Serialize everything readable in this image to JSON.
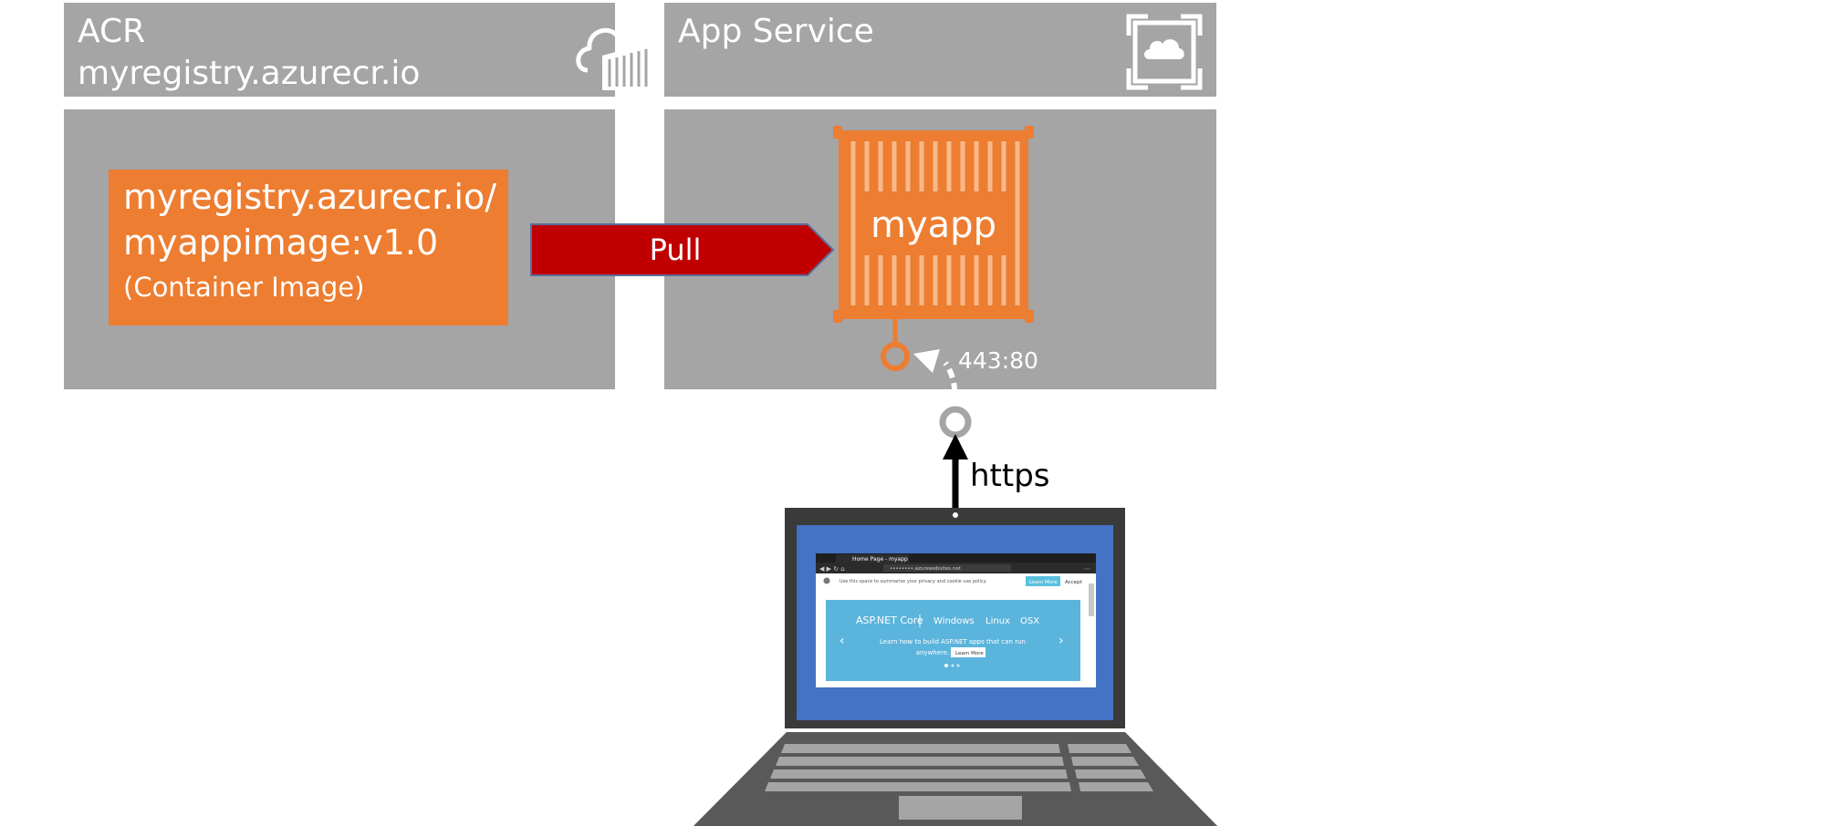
{
  "acr": {
    "title": "ACR",
    "subtitle": "myregistry.azurecr.io",
    "icon": "registry-cloud-icon"
  },
  "app_service": {
    "title": "App Service",
    "icon": "app-service-icon"
  },
  "container_image": {
    "line1": "myregistry.azurecr.io/",
    "line2": "myappimage:v1.0",
    "line3": "(Container Image)"
  },
  "pull_arrow": {
    "label": "Pull"
  },
  "container": {
    "label": "myapp"
  },
  "port_mapping": {
    "label": "443:80"
  },
  "connection": {
    "label": "https"
  },
  "browser": {
    "tab_title": "Home Page - myapp",
    "address": "••••••••.azurewebsites.net",
    "cookie_notice": "Use this space to summarize your privacy and cookie use policy.",
    "learn_more": "Learn More",
    "accept": "Accept",
    "brand": "ASP.NET Core",
    "platforms": [
      "Windows",
      "Linux",
      "OSX"
    ],
    "tagline_line1": "Learn how to build ASP.NET apps that can run",
    "tagline_line2": "anywhere.",
    "carousel_button": "Learn More"
  },
  "colors": {
    "panel": "#a5a5a5",
    "orange": "#ed7d31",
    "container_orange": "#ed7d31",
    "pull_red": "#c00000",
    "laptop_body": "#595959",
    "screen_blue": "#4472c4",
    "browser_banner": "#5bb4dc"
  }
}
